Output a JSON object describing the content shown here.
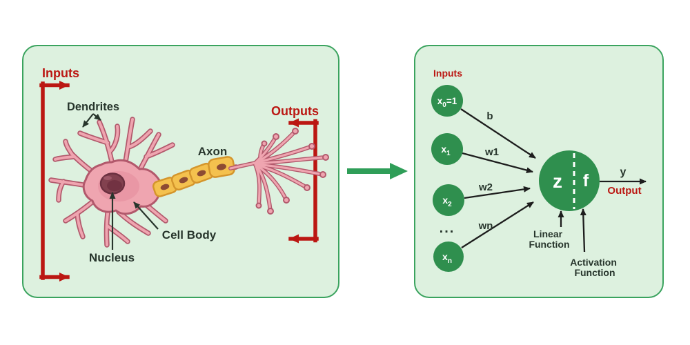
{
  "left_panel": {
    "inputs_label": "Inputs",
    "dendrites_label": "Dendrites",
    "axon_label": "Axon",
    "cell_body_label": "Cell Body",
    "nucleus_label": "Nucleus",
    "outputs_label": "Outputs"
  },
  "right_panel": {
    "inputs_label": "Inputs",
    "nodes": [
      {
        "base": "x",
        "sub": "0",
        "suffix": "=1"
      },
      {
        "base": "x",
        "sub": "1",
        "suffix": ""
      },
      {
        "base": "x",
        "sub": "2",
        "suffix": ""
      },
      {
        "base": "x",
        "sub": "n",
        "suffix": ""
      }
    ],
    "ellipsis": "...",
    "weights": [
      "b",
      "w1",
      "w2",
      "wn"
    ],
    "neuron": {
      "linear_symbol": "z",
      "activation_symbol": "f"
    },
    "y_label": "y",
    "output_label": "Output",
    "linear_function": {
      "line1": "Linear",
      "line2": "Function"
    },
    "activation_function": {
      "line1": "Activation",
      "line2": "Function"
    }
  },
  "colors": {
    "panel-bg": "#ddf1df",
    "panel-border": "#3aa35e",
    "node-green": "#2f8f4e",
    "mid-green": "#2f9e58",
    "accent-red": "#bb1712",
    "text-dark": "#27352c",
    "arrow-black": "#1d1d1d",
    "neuron-pink": "#efa5b0",
    "neuron-outline": "#b2596c",
    "soma-shade": "#e794a3",
    "nucleus-fill": "#82414f",
    "nucleus-outline": "#6b3040",
    "nucleus-inner": "#70303f",
    "myelin-yellow": "#f4c14e",
    "myelin-outline": "#d4952c",
    "myelin-dot": "#8d4b33"
  }
}
